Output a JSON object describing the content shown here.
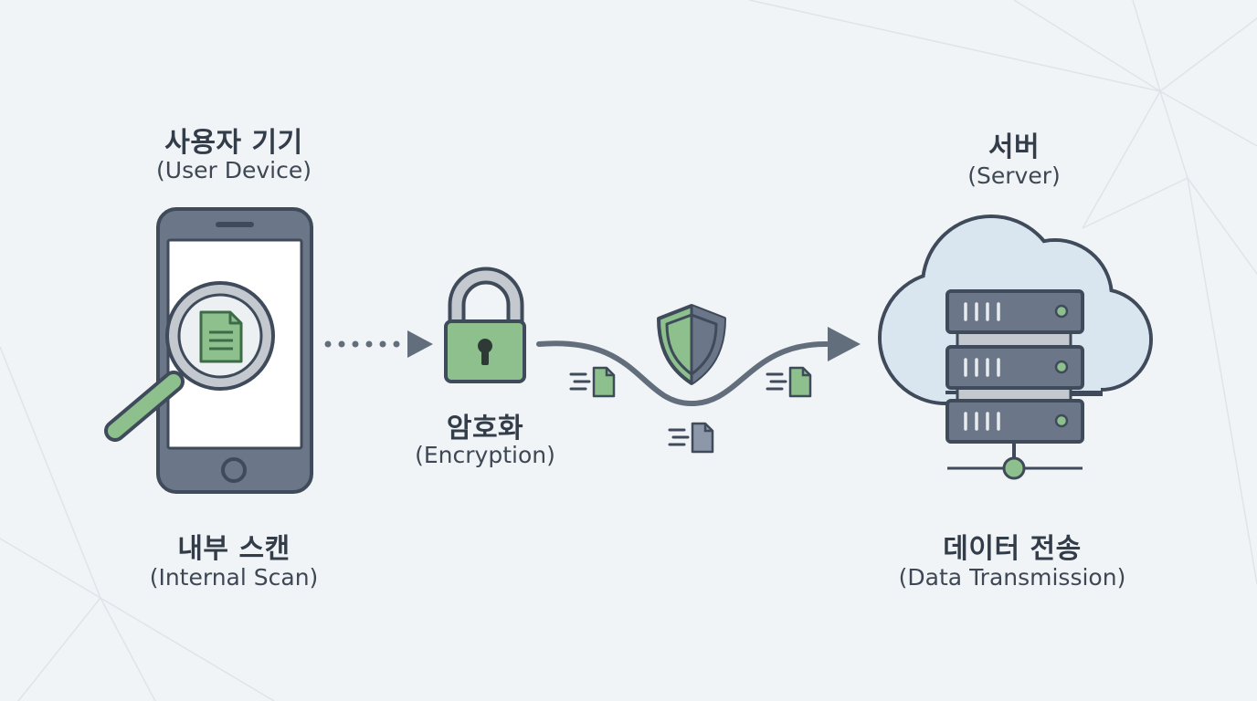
{
  "labels": {
    "user_device": {
      "ko": "사용자 기기",
      "en": "(User Device)"
    },
    "internal_scan": {
      "ko": "내부 스캔",
      "en": "(Internal Scan)"
    },
    "encryption": {
      "ko": "암호화",
      "en": "(Encryption)"
    },
    "server": {
      "ko": "서버",
      "en": "(Server)"
    },
    "data_transmission": {
      "ko": "데이터 전송",
      "en": "(Data Transmission)"
    }
  },
  "colors": {
    "background": "#f1f4f6",
    "outline": "#3f4a5a",
    "slate": "#6b7788",
    "green": "#8dc08d",
    "green_dark": "#3d6b48",
    "cloud": "#d9e5ef",
    "arrow": "#636e7d"
  }
}
